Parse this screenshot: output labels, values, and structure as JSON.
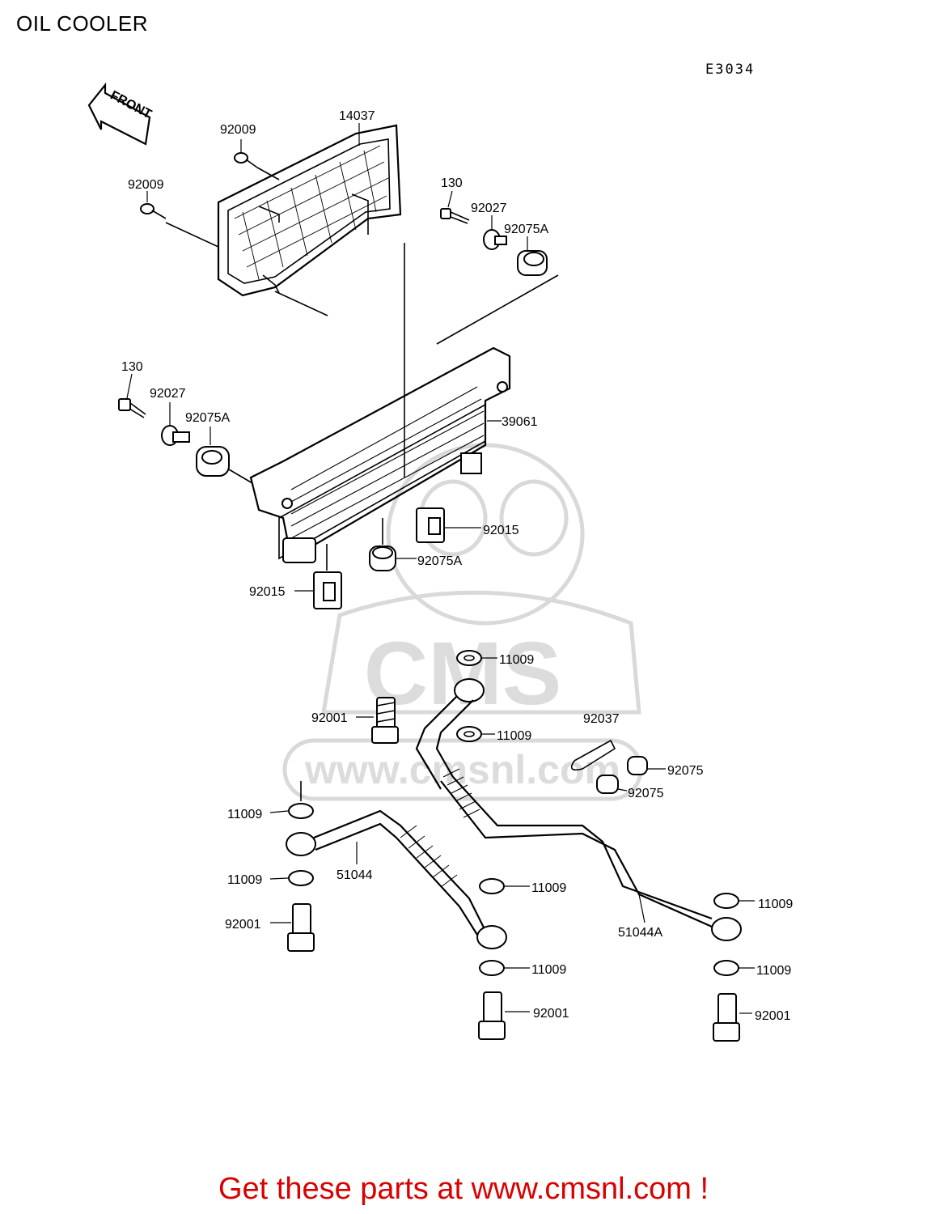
{
  "header": {
    "title": "OIL COOLER",
    "diagram_code": "E3034"
  },
  "front_arrow": {
    "label": "FRONT"
  },
  "watermark": {
    "text": "www.cmsnl.com",
    "logo": "CMS"
  },
  "callouts": [
    {
      "id": "c1",
      "label": "92009"
    },
    {
      "id": "c2",
      "label": "14037"
    },
    {
      "id": "c3",
      "label": "92009"
    },
    {
      "id": "c4",
      "label": "130"
    },
    {
      "id": "c5",
      "label": "92027"
    },
    {
      "id": "c6",
      "label": "92075A"
    },
    {
      "id": "c7",
      "label": "130"
    },
    {
      "id": "c8",
      "label": "92027"
    },
    {
      "id": "c9",
      "label": "92075A"
    },
    {
      "id": "c10",
      "label": "39061"
    },
    {
      "id": "c11",
      "label": "92015"
    },
    {
      "id": "c12",
      "label": "92075A"
    },
    {
      "id": "c13",
      "label": "92015"
    },
    {
      "id": "c14",
      "label": "11009"
    },
    {
      "id": "c15",
      "label": "92001"
    },
    {
      "id": "c16",
      "label": "11009"
    },
    {
      "id": "c17",
      "label": "92037"
    },
    {
      "id": "c18",
      "label": "92075"
    },
    {
      "id": "c19",
      "label": "92075"
    },
    {
      "id": "c20",
      "label": "11009"
    },
    {
      "id": "c21",
      "label": "51044"
    },
    {
      "id": "c22",
      "label": "11009"
    },
    {
      "id": "c23",
      "label": "11009"
    },
    {
      "id": "c24",
      "label": "11009"
    },
    {
      "id": "c25",
      "label": "92001"
    },
    {
      "id": "c26",
      "label": "51044A"
    },
    {
      "id": "c27",
      "label": "11009"
    },
    {
      "id": "c28",
      "label": "11009"
    },
    {
      "id": "c29",
      "label": "92001"
    },
    {
      "id": "c30",
      "label": "92001"
    }
  ],
  "footer": {
    "text": "Get these parts at www.cmsnl.com !",
    "color": "#d90000"
  }
}
